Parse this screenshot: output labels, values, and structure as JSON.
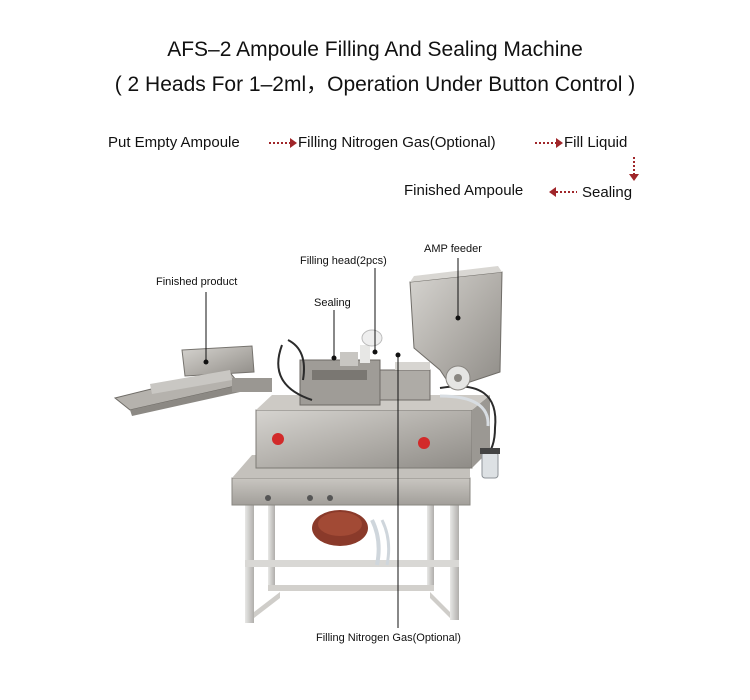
{
  "title": {
    "line1": "AFS–2 Ampoule Filling And Sealing Machine",
    "line2": "( 2 Heads For 1–2ml，Operation Under Button Control )"
  },
  "flow": {
    "step1": "Put Empty Ampoule",
    "step2": "Filling Nitrogen Gas(Optional)",
    "step3": "Fill Liquid",
    "step4": "Sealing",
    "step5": "Finished Ampoule",
    "arrow_color": "#a0262a"
  },
  "labels": {
    "finished_product": "Finished product",
    "filling_head": "Filling head(2pcs)",
    "amp_feeder": "AMP feeder",
    "sealing": "Sealing",
    "filling_nitrogen": "Filling Nitrogen Gas(Optional)"
  },
  "colors": {
    "steel": "#b9b7b3",
    "steel_dark": "#8d8a86",
    "button_red": "#d22a2a"
  }
}
